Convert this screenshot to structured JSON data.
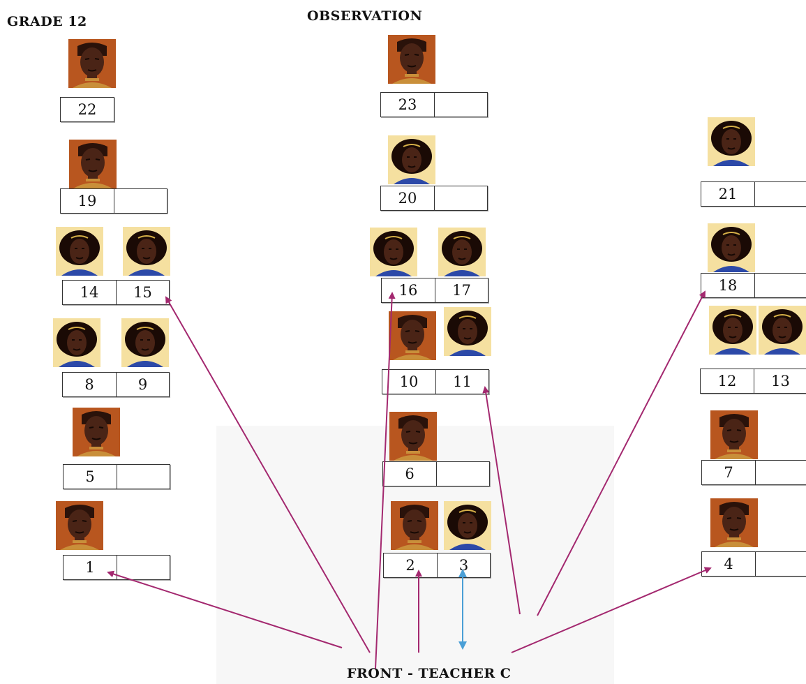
{
  "header": {
    "left_title": "GRADE 12",
    "center_title": "OBSERVATION"
  },
  "footer": {
    "label": "FRONT - TEACHER C"
  },
  "colors": {
    "arrow_magenta": "#a3286f",
    "arrow_blue": "#4a9fd6",
    "skin": "#4a2416",
    "male_bg": "#b8561f",
    "female_bg": "#f5e0a0",
    "shirt": "#2c49a8",
    "collar": "#c98f3a"
  },
  "desks": {
    "d22": [
      "22"
    ],
    "d23": [
      "23",
      ""
    ],
    "d19": [
      "19",
      ""
    ],
    "d20": [
      "20",
      ""
    ],
    "d21": [
      "21",
      ""
    ],
    "d14": [
      "14",
      "15"
    ],
    "d16": [
      "16",
      "17"
    ],
    "d18": [
      "18",
      ""
    ],
    "d10": [
      "10",
      "11"
    ],
    "d12": [
      "12",
      "13"
    ],
    "d8": [
      "8",
      "9"
    ],
    "d5": [
      "5",
      ""
    ],
    "d6": [
      "6",
      ""
    ],
    "d7": [
      "7",
      ""
    ],
    "d1": [
      "1",
      ""
    ],
    "d2": [
      "2",
      "3"
    ],
    "d4": [
      "4",
      ""
    ]
  },
  "avatars": {
    "a22": "male-student-icon",
    "a23": "male-student-icon",
    "a19": "male-student-icon",
    "a20": "female-student-icon",
    "a21": "female-student-icon",
    "a14": "female-student-icon",
    "a15": "female-student-icon",
    "a16": "female-student-icon",
    "a17": "female-student-icon",
    "a18": "female-student-icon",
    "a8": "female-student-icon",
    "a9": "female-student-icon",
    "a10": "male-student-icon",
    "a11": "female-student-icon",
    "a12": "female-student-icon",
    "a13": "female-student-icon",
    "a5": "male-student-icon",
    "a6": "male-student-icon",
    "a7": "male-student-icon",
    "a1": "male-student-icon",
    "a2": "male-student-icon",
    "a3": "female-student-icon",
    "a4": "male-student-icon"
  }
}
